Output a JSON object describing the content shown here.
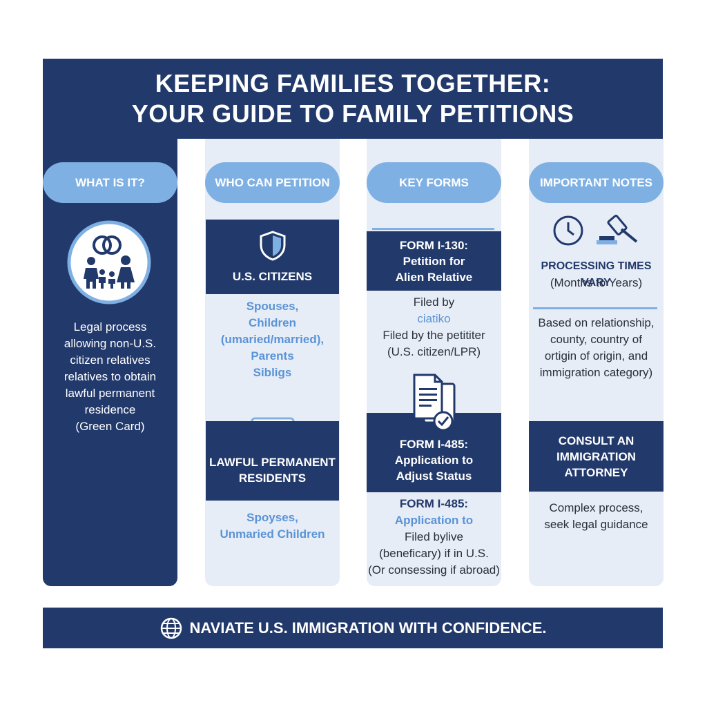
{
  "header": {
    "title_line1": "KEEPING FAMILIES TOGETHER:",
    "title_line2": "YOUR GUIDE TO FAMILY PETITIONS"
  },
  "columns": {
    "what": {
      "heading": "WHAT IS IT?",
      "icon": "family-rings-icon",
      "lines": [
        "Legal process",
        "allowing non-U.S.",
        "citizen relatives",
        "relatives to obtain",
        "lawful permanent",
        "residence",
        "(Green Card)"
      ]
    },
    "who": {
      "heading": "WHO CAN PETITION",
      "citizens": {
        "icon": "shield-icon",
        "label": "U.S. CITIZENS",
        "lines": [
          "Spouses,",
          "Children",
          "(umaried/married),",
          "Parents",
          "Sibligs"
        ]
      },
      "lpr": {
        "icon": "green-card-icon",
        "label_line1": "LAWFUL PERMANENT",
        "label_line2": "RESIDENTS",
        "lines": [
          "Spoyses,",
          "Unmaried Children"
        ]
      }
    },
    "forms": {
      "heading": "KEY FORMS",
      "i130": {
        "title_lines": [
          "FORM I-130:",
          "Petition for",
          "Alien Relative"
        ],
        "lines": [
          "Filed by",
          "ciatiko",
          "Filed by the petititer",
          "(U.S. citizen/LPR)"
        ]
      },
      "doc_icon": "documents-check-icon",
      "i485": {
        "title_lines": [
          "FORM I-485:",
          "Application to",
          "Adjust Status"
        ],
        "repeat_title": "FORM I-485:",
        "repeat_sub": "Application to",
        "lines": [
          "Filed bylive",
          "(beneficary) if in U.S.",
          "(Or consessing if abroad)"
        ]
      }
    },
    "notes": {
      "heading": "IMPORTANT NOTES",
      "icons": [
        "clock-icon",
        "gavel-icon"
      ],
      "processing_title": "PROCESSING TIMES VARY",
      "processing_sub": "(Months to Years)",
      "lines": [
        "Based on relationship,",
        "county, country of",
        "ortigin of origin, and",
        "immigration category)"
      ],
      "consult_lines": [
        "CONSULT AN",
        "IMMIGRATION",
        "ATTORNEY"
      ],
      "consult_text": [
        "Complex process,",
        "seek legal guidance"
      ]
    }
  },
  "footer": {
    "icon": "globe-icon",
    "text": "NAVIATE U.S. IMMIGRATION WITH CONFIDENCE."
  },
  "colors": {
    "navy": "#22396b",
    "accent_blue": "#7fb0e3",
    "light_panel": "#e6edf7"
  }
}
